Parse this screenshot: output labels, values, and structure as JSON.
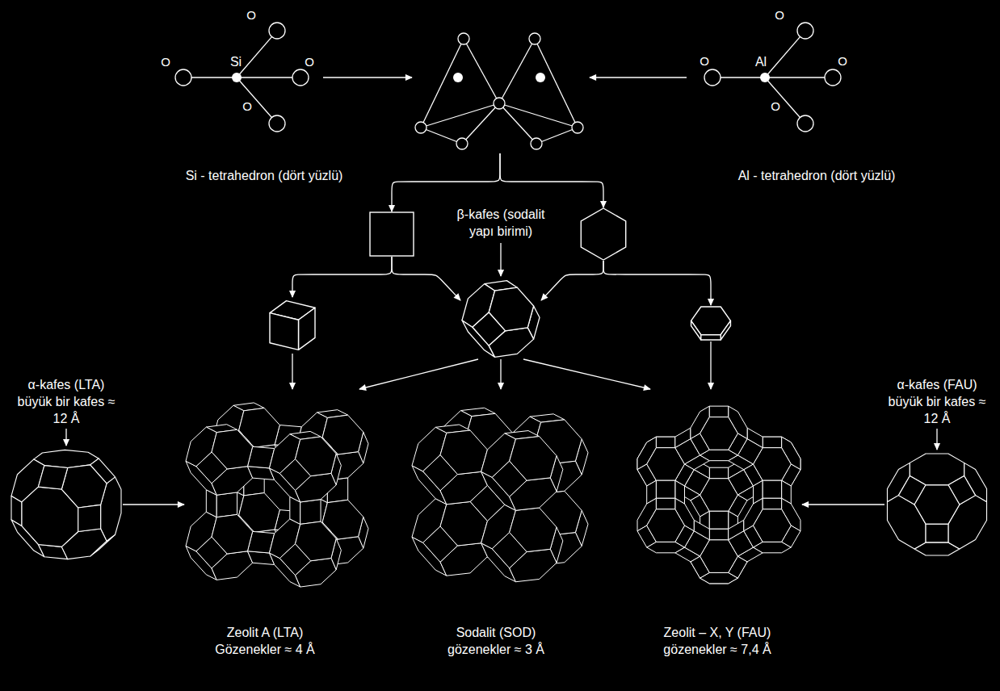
{
  "diagram": {
    "nodes": [
      {
        "text": [
          "O",
          "Si",
          "O",
          "O",
          "O",
          "Si - tetrahedron (dört yüzlü)"
        ]
      },
      {
        "text": []
      },
      {
        "text": [
          "O",
          "Al",
          "O",
          "O",
          "O",
          "Al - tetrahedron (dört yüzlü)"
        ]
      },
      {
        "text": []
      },
      {
        "text": [
          "β-kafes (sodalit yapı birimi)"
        ]
      },
      {
        "text": []
      },
      {
        "text": []
      },
      {
        "text": []
      },
      {
        "text": [
          "α-kafes (LTA) büyük bir kafes ≈ 12 Å"
        ]
      },
      {
        "text": [
          "Zeolit A (LTA) Gözenekler ≈ 4 Å"
        ]
      },
      {
        "text": [
          "Sodalit (SOD) gözenekler ≈ 3 Å"
        ]
      },
      {
        "text": [
          "Zeolit – X, Y (FAU) gözenekler ≈ 7,4 Å"
        ]
      },
      {
        "text": [
          "α-kafes (FAU) büyük bir kafes ≈ 12 Å"
        ]
      }
    ],
    "edges": [
      {
        "from": 0,
        "to": 1,
        "arrow": "to"
      },
      {
        "from": 2,
        "to": 1,
        "arrow": "to"
      },
      {
        "from": 1,
        "to": 3,
        "arrow": "to"
      },
      {
        "from": 1,
        "to": 5,
        "arrow": "to"
      },
      {
        "from": 3,
        "to": 6,
        "arrow": "to"
      },
      {
        "from": 3,
        "to": 4,
        "arrow": "to"
      },
      {
        "from": 5,
        "to": 4,
        "arrow": "to"
      },
      {
        "from": 5,
        "to": 7,
        "arrow": "to"
      },
      {
        "from": 6,
        "to": 9,
        "arrow": "to"
      },
      {
        "from": 4,
        "to": 9,
        "arrow": "to"
      },
      {
        "from": 4,
        "to": 10,
        "arrow": "to"
      },
      {
        "from": 4,
        "to": 11,
        "arrow": "to"
      },
      {
        "from": 7,
        "to": 11,
        "arrow": "to"
      },
      {
        "from": 8,
        "to": 9,
        "arrow": "to"
      },
      {
        "from": 12,
        "to": 11,
        "arrow": "to"
      }
    ]
  }
}
